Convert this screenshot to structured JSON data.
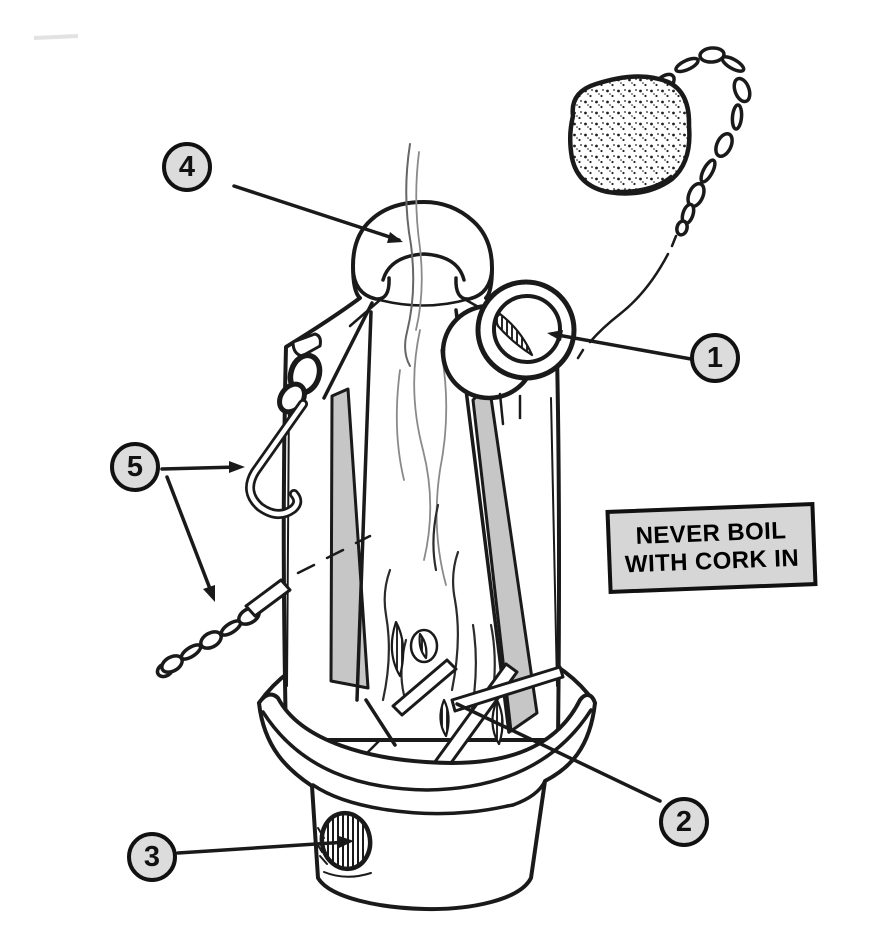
{
  "callouts": [
    {
      "label": "1"
    },
    {
      "label": "2"
    },
    {
      "label": "3"
    },
    {
      "label": "4"
    },
    {
      "label": "5"
    }
  ],
  "warning_sign": {
    "line1": "NEVER BOIL",
    "line2": "WITH CORK IN"
  },
  "colors": {
    "line": "#1a1a1a",
    "water-gray": "#c6c6c6",
    "badge-gray": "#dcdcdc",
    "sign-gray": "#d6d6d6"
  }
}
